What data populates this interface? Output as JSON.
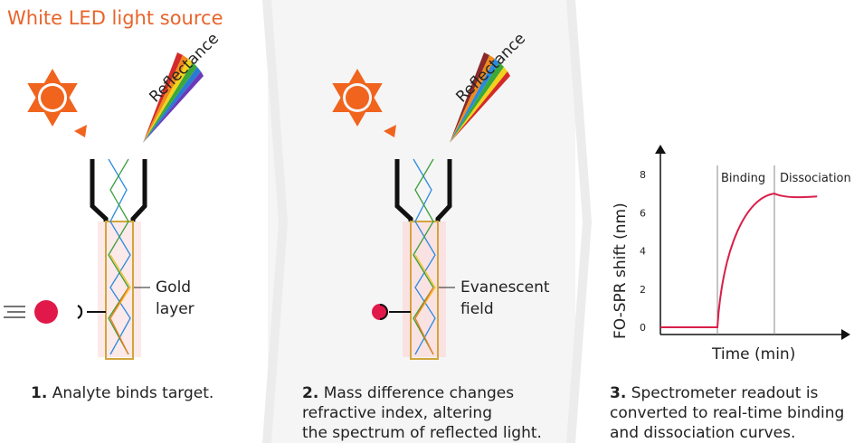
{
  "title": "White LED light source",
  "reflectance_label": "Reflectance",
  "panels": [
    {
      "number": "1.",
      "caption": [
        "Analyte binds target."
      ],
      "label": [
        "Gold",
        "layer"
      ]
    },
    {
      "number": "2.",
      "caption": [
        "Mass difference changes",
        "refractive index, altering",
        "the spectrum of reflected light."
      ],
      "label": [
        "Evanescent",
        "field"
      ]
    },
    {
      "number": "3.",
      "caption": [
        "Spectrometer readout is",
        "converted to real-time binding",
        "and dissociation curves."
      ]
    }
  ],
  "chart_data": {
    "type": "line",
    "xlabel": "Time (min)",
    "ylabel": "FO-SPR shift (nm)",
    "yticks": [
      0,
      2,
      4,
      6,
      8
    ],
    "ylim": [
      0,
      9
    ],
    "phase_labels": [
      "Binding",
      "Dissociation"
    ],
    "series": [
      {
        "values": [
          [
            0,
            0
          ],
          [
            1,
            0
          ],
          [
            1.6,
            0
          ],
          [
            1.62,
            2.5
          ],
          [
            2.0,
            5.0
          ],
          [
            2.6,
            6.4
          ],
          [
            3.2,
            7.0
          ],
          [
            3.6,
            6.85
          ],
          [
            4.0,
            6.8
          ],
          [
            4.4,
            6.85
          ]
        ]
      }
    ]
  },
  "colors": {
    "accent": "#e8642a",
    "analyte": "#e0194a",
    "gold": "#c8a03a",
    "curve": "#d8204a"
  }
}
